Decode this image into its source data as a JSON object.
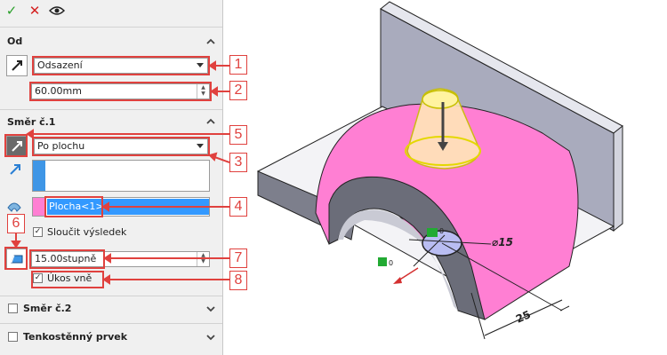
{
  "toolbar": {
    "ok_icon": "check-icon",
    "cancel_icon": "close-icon",
    "preview_icon": "eye-icon"
  },
  "section_from": {
    "title": "Od",
    "dropdown_value": "Odsazení",
    "offset_value": "60.00mm"
  },
  "section_direction1": {
    "title": "Směr č.1",
    "dropdown_value": "Po plochu",
    "selection_item": "Plocha<1>",
    "merge_label": "Sloučit výsledek",
    "merge_checked": true,
    "draft_value": "15.00stupně",
    "draft_out_label": "Úkos vně",
    "draft_out_checked": true
  },
  "section_direction2": {
    "title": "Směr č.2",
    "checked": false
  },
  "section_thin": {
    "title": "Tenkostěnný prvek",
    "checked": false
  },
  "callouts": [
    "1",
    "2",
    "3",
    "4",
    "5",
    "6",
    "7",
    "8"
  ],
  "dimensions": {
    "diameter": "⌀15",
    "length": "25",
    "tag1": "0",
    "tag2": "0"
  },
  "colors": {
    "highlight": "#e0413e",
    "face": "#ff7fd3",
    "accent": "#3399ff"
  }
}
